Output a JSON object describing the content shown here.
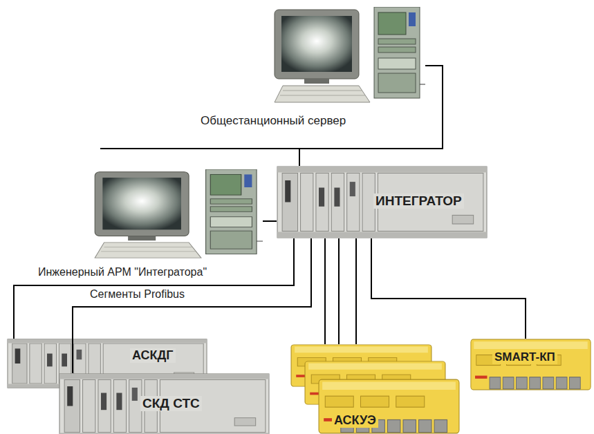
{
  "diagram": {
    "nodes": [
      {
        "text": [
          "Общестанционный сервер"
        ]
      },
      {
        "text": [
          "Инженерный АРМ \"Интегратора\""
        ]
      },
      {
        "text": [
          "ИНТЕГРАТОР"
        ]
      },
      {
        "text": [
          "АСКДГ"
        ]
      },
      {
        "text": [
          "СКД СТС"
        ]
      },
      {
        "text": [
          "АСКУЭ"
        ]
      },
      {
        "text": [
          "SMART-КП"
        ]
      }
    ],
    "edges": [
      {
        "from": 0,
        "to": 2,
        "arrow": "none"
      },
      {
        "from": 1,
        "to": 2,
        "arrow": "none"
      },
      {
        "from": 2,
        "to": 3,
        "arrow": "none"
      },
      {
        "from": 2,
        "to": 4,
        "arrow": "none"
      },
      {
        "from": 2,
        "to": 5,
        "arrow": "none"
      },
      {
        "from": 2,
        "to": 5,
        "arrow": "none"
      },
      {
        "from": 2,
        "to": 5,
        "arrow": "none"
      },
      {
        "from": 2,
        "to": 6,
        "arrow": "none"
      }
    ],
    "labels": [
      "Сегменты Profibus"
    ]
  }
}
